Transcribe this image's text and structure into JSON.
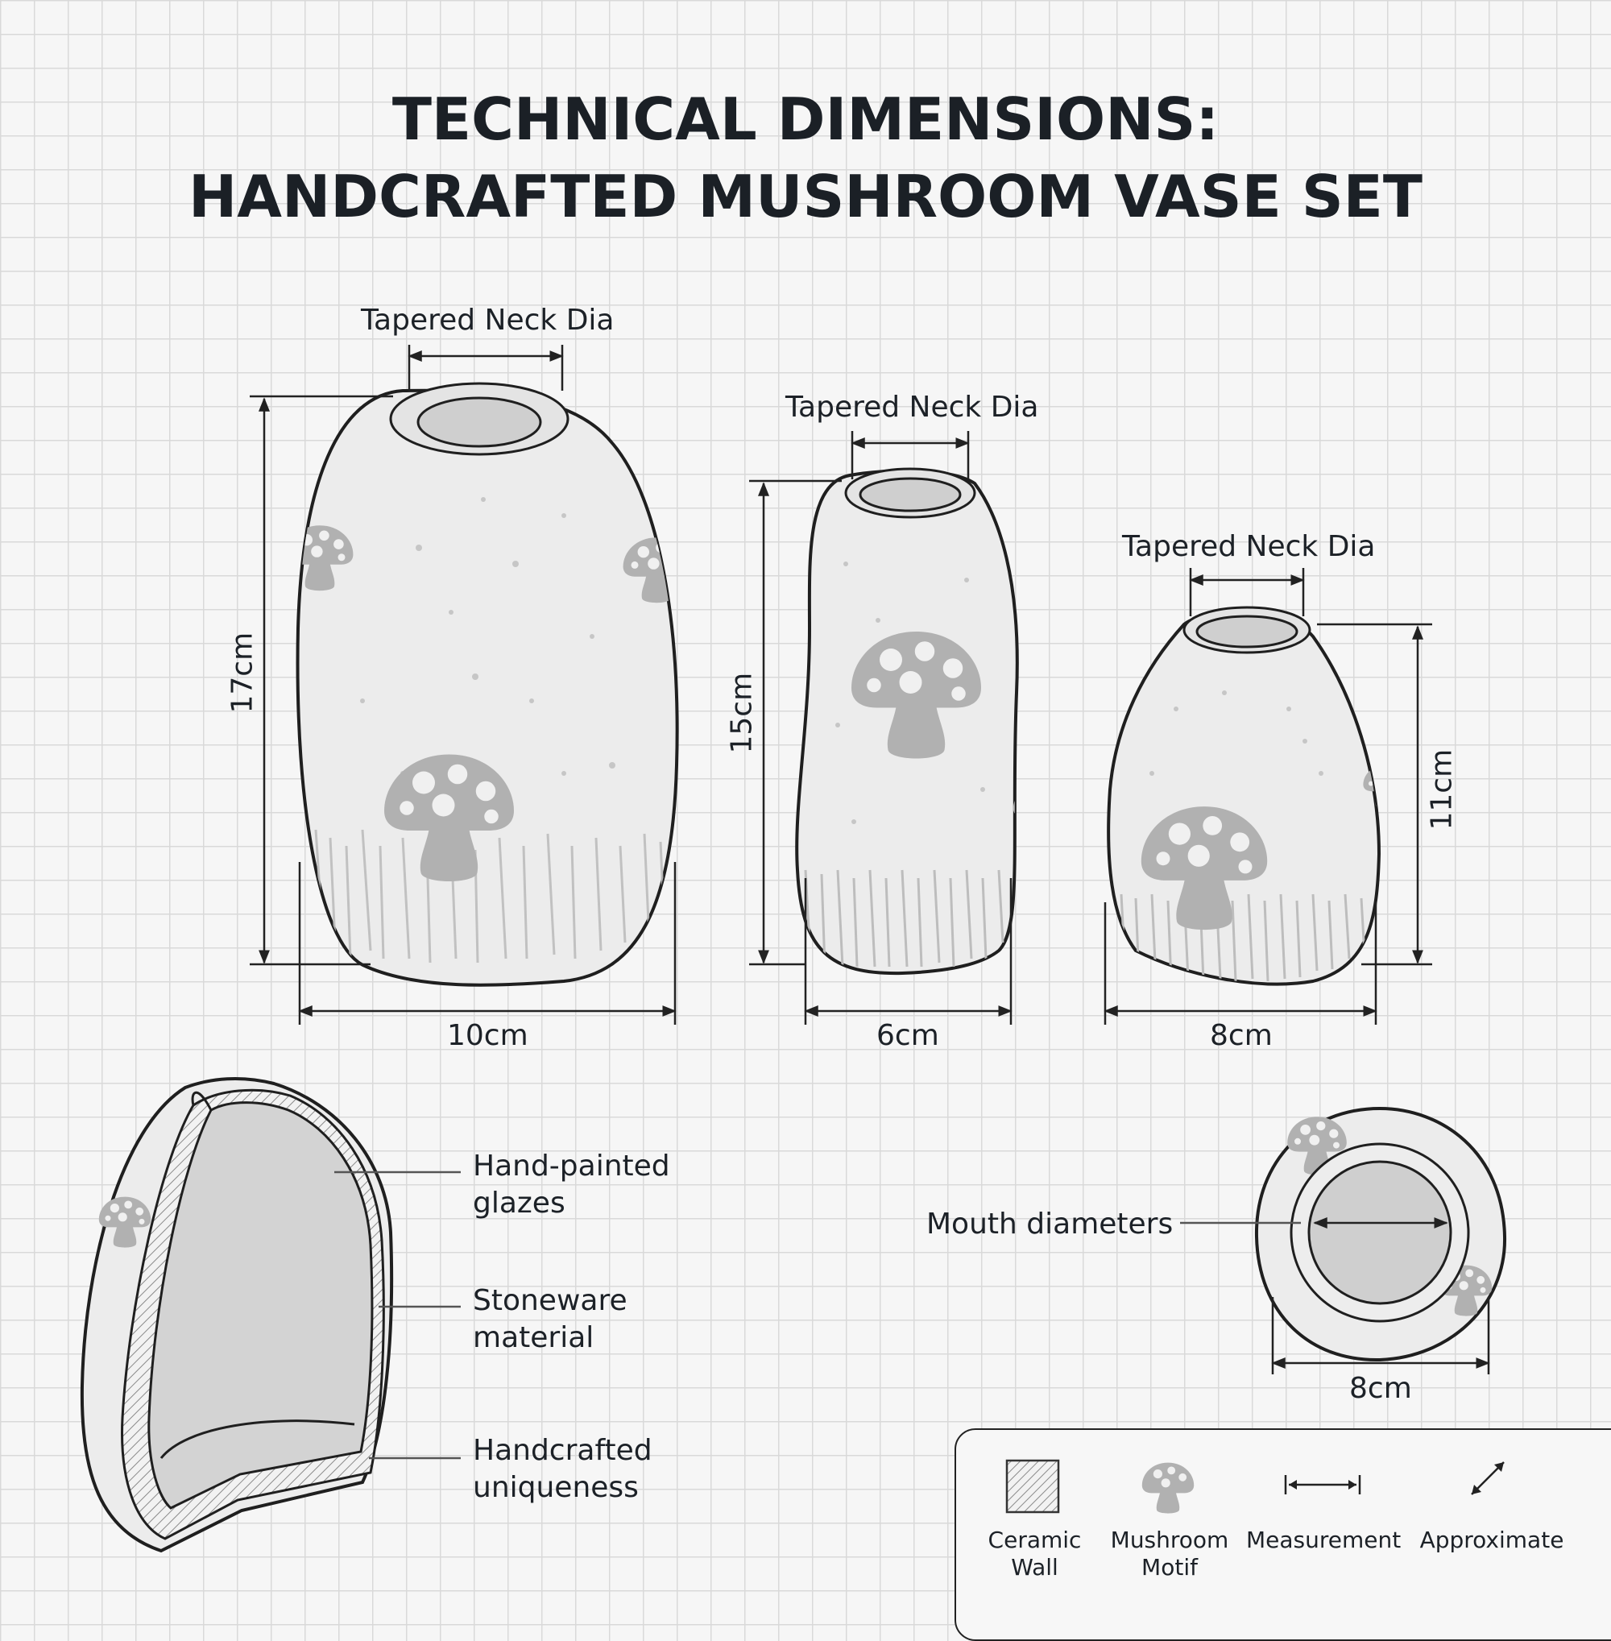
{
  "title": {
    "line1": "TECHNICAL DIMENSIONS:",
    "line2": "HANDCRAFTED MUSHROOM VASE SET"
  },
  "vases": [
    {
      "neck_label": "Tapered Neck Dia",
      "height": "17cm",
      "width": "10cm"
    },
    {
      "neck_label": "Tapered Neck Dia",
      "height": "15cm",
      "width": "6cm"
    },
    {
      "neck_label": "Tapered Neck Dia",
      "height": "11cm",
      "width": "8cm"
    }
  ],
  "cross_section": {
    "callouts": [
      {
        "line1": "Hand-painted",
        "line2": "glazes"
      },
      {
        "line1": "Stoneware",
        "line2": "material"
      },
      {
        "line1": "Handcrafted",
        "line2": "uniqueness"
      }
    ]
  },
  "top_view": {
    "callout": "Mouth diameters",
    "diameter": "8cm"
  },
  "legend": {
    "items": [
      {
        "line1": "Ceramic",
        "line2": "Wall",
        "icon": "hatched-square-icon"
      },
      {
        "line1": "Mushroom",
        "line2": "Motif",
        "icon": "mushroom-icon"
      },
      {
        "line1": "Measurement",
        "line2": "",
        "icon": "double-arrow-icon"
      },
      {
        "line1": "Approximate",
        "line2": "",
        "icon": "diagonal-arrow-icon"
      }
    ]
  }
}
